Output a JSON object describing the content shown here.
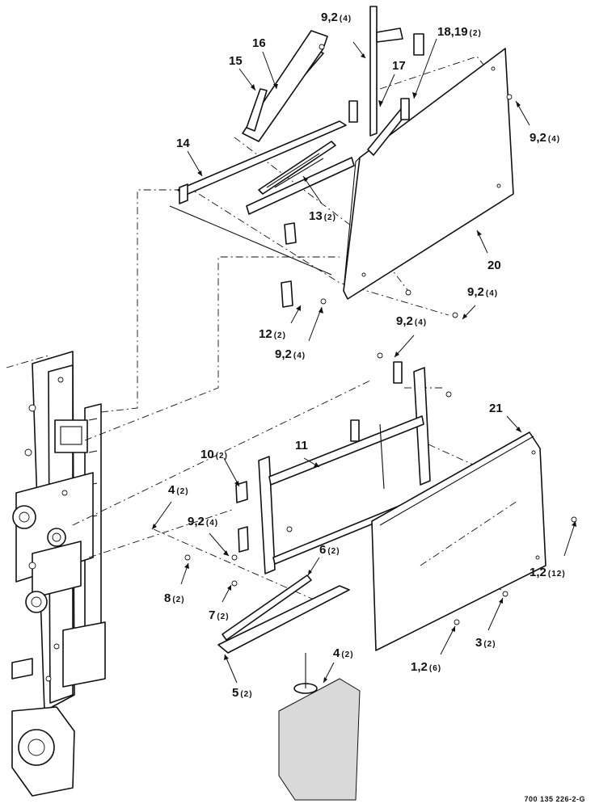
{
  "drawing": {
    "reference_code": "700 135 226-2-G",
    "callouts": {
      "c9_2_4_top": {
        "num": "9,2",
        "qty": "(4)"
      },
      "c18_19": {
        "num": "18,19",
        "qty": "(2)"
      },
      "c16": {
        "num": "16",
        "qty": ""
      },
      "c15": {
        "num": "15",
        "qty": ""
      },
      "c17": {
        "num": "17",
        "qty": ""
      },
      "c9_2_4_right": {
        "num": "9,2",
        "qty": "(4)"
      },
      "c14": {
        "num": "14",
        "qty": ""
      },
      "c13": {
        "num": "13",
        "qty": "(2)"
      },
      "c20": {
        "num": "20",
        "qty": ""
      },
      "c9_2_4_mid_right": {
        "num": "9,2",
        "qty": "(4)"
      },
      "c12": {
        "num": "12",
        "qty": "(2)"
      },
      "c9_2_4_mid": {
        "num": "9,2",
        "qty": "(4)"
      },
      "c9_2_4_upper_frame": {
        "num": "9,2",
        "qty": "(4)"
      },
      "c21": {
        "num": "21",
        "qty": ""
      },
      "c10": {
        "num": "10",
        "qty": "(2)"
      },
      "c11": {
        "num": "11",
        "qty": ""
      },
      "c4_left": {
        "num": "4",
        "qty": "(2)"
      },
      "c9_2_4_lower": {
        "num": "9,2",
        "qty": "(4)"
      },
      "c6": {
        "num": "6",
        "qty": "(2)"
      },
      "c8": {
        "num": "8",
        "qty": "(2)"
      },
      "c7": {
        "num": "7",
        "qty": "(2)"
      },
      "c1_2_12": {
        "num": "1,2",
        "qty": "(12)"
      },
      "c3": {
        "num": "3",
        "qty": "(2)"
      },
      "c1_2_6": {
        "num": "1,2",
        "qty": "(6)"
      },
      "c5": {
        "num": "5",
        "qty": "(2)"
      },
      "c4_bottom": {
        "num": "4",
        "qty": "(2)"
      }
    }
  }
}
